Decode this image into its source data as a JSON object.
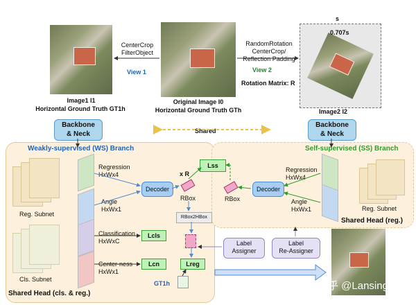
{
  "top": {
    "view1_ops": "CenterCrop\nFilterObject",
    "view1_label": "View 1",
    "view2_ops": "RandomRotation\nCenterCrop/\nReflection Padding",
    "view2_label": "View 2",
    "rotation_matrix": "Rotation Matrix: R",
    "s_label": "s",
    "ratio_label": "0.707s",
    "image1_line1": "Image1 I1",
    "image1_line2": "Horizontal Ground Truth GT1h",
    "original_line1": "Original Image I0",
    "original_line2": "Horizontal Ground Truth GTh",
    "image2": "Image2 I2"
  },
  "backbone_left": "Backbone\n& Neck",
  "backbone_right": "Backbone\n& Neck",
  "shared": "Shared",
  "ws": {
    "title": "Weakly-supervised (WS) Branch",
    "regression": "Regression\nHxWx4",
    "angle": "Angle\nHxWx1",
    "classification": "Classification\nHxWxC",
    "centerness": "Center-ness\nHxWx1",
    "reg_subnet": "Reg. Subnet",
    "cls_subnet": "Cls. Subnet",
    "decoder": "Decoder",
    "xr": "x R",
    "rbox": "RBox",
    "rbox2hbox": "RBox2HBox",
    "l_cls": "Lcls",
    "l_cn": "Lcn",
    "l_reg": "Lreg",
    "gt1h": "GT1h",
    "shared_head": "Shared Head (cls. & reg.)"
  },
  "ss": {
    "title": "Self-supervised (SS) Branch",
    "regression": "Regression\nHxWx4",
    "angle": "Angle\nHxWx1",
    "reg_subnet": "Reg. Subnet",
    "decoder": "Decoder",
    "rbox": "RBox",
    "l_ss": "Lss",
    "shared_head": "Shared Head (reg.)"
  },
  "label_assigner": "Label\nAssigner",
  "label_reassigner": "Label\nRe-Assigner",
  "watermark": "知乎 @Lansing",
  "colors": {
    "ws_title": "#1f63b8",
    "ss_title": "#2e9c2c",
    "view": "#1f63b8",
    "rot": "#1f8a2e"
  }
}
